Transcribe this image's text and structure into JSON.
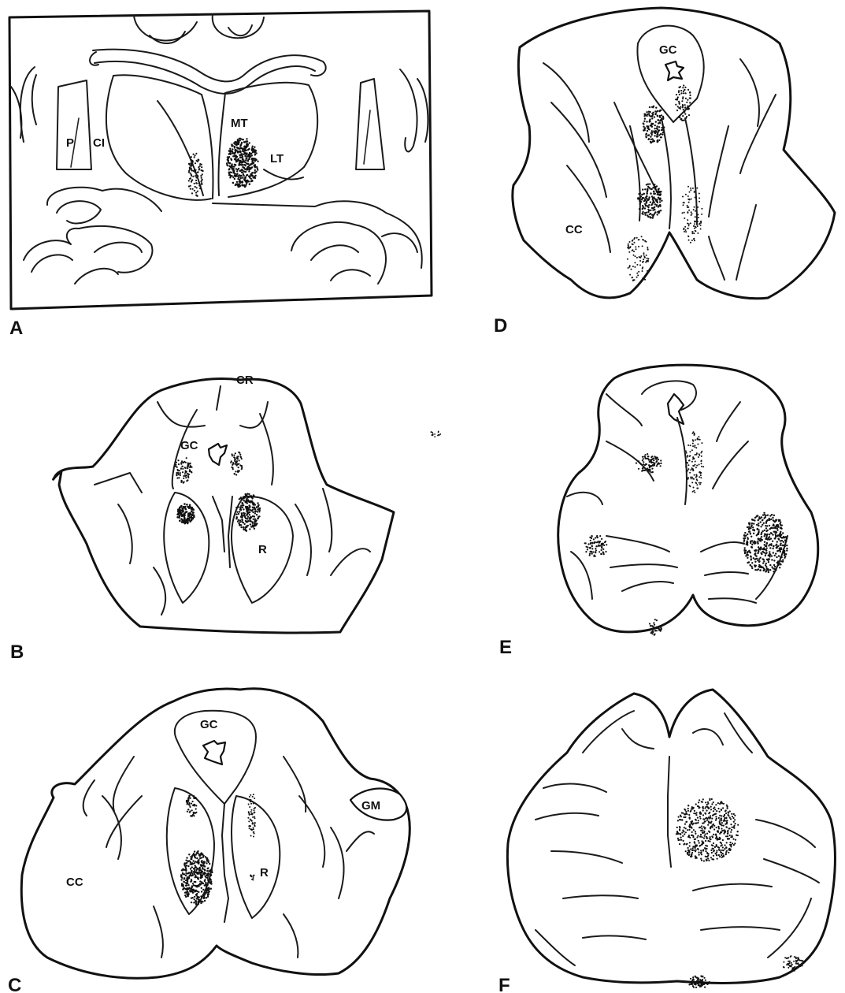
{
  "colors": {
    "ink": "#111111",
    "paper": "#ffffff"
  },
  "panels": {
    "A": {
      "letter": "A",
      "labels": {
        "mt": "MT",
        "lt": "LT",
        "p": "P",
        "ci": "CI"
      }
    },
    "B": {
      "letter": "B",
      "labels": {
        "cr": "CR",
        "gc": "GC",
        "r": "R"
      }
    },
    "C": {
      "letter": "C",
      "labels": {
        "gc": "GC",
        "gm": "GM",
        "r": "R",
        "cc": "CC"
      }
    },
    "D": {
      "letter": "D",
      "labels": {
        "gc": "GC",
        "cc": "CC"
      }
    },
    "E": {
      "letter": "E"
    },
    "F": {
      "letter": "F"
    }
  }
}
